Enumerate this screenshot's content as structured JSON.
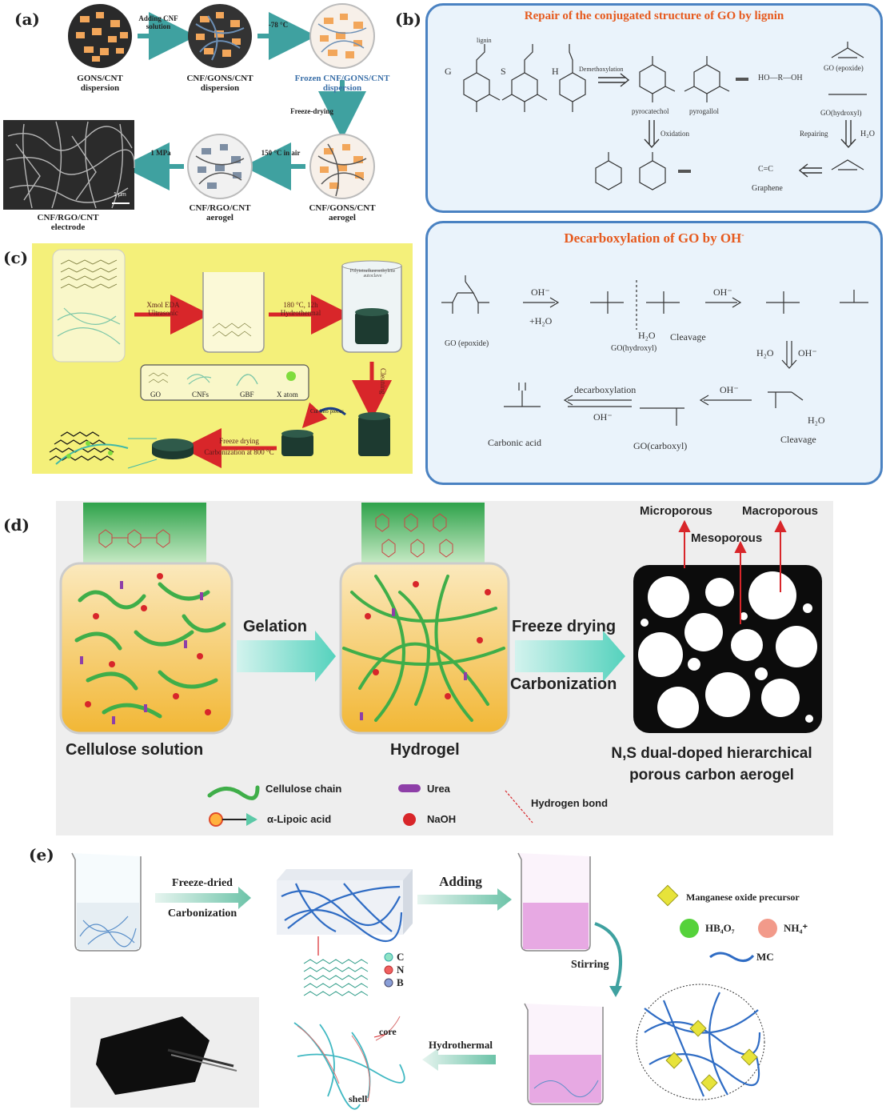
{
  "panels": {
    "a": {
      "label": "(a)",
      "step1": {
        "name": "GONS/CNT\ndispersion"
      },
      "arrow1": "Adding CNF\nsolution",
      "step2": {
        "name": "CNF/GONS/CNT\ndispersion"
      },
      "arrow2": "-78 °C",
      "step3": {
        "name": "Frozen CNF/GONS/CNT\ndispersion"
      },
      "arrow3": "Freeze-drying",
      "step4": {
        "name": "CNF/GONS/CNT\naerogel"
      },
      "arrow4": "150 °C in air",
      "step5": {
        "name": "CNF/RGO/CNT\naerogel"
      },
      "arrow5": "1 MPa",
      "step6": {
        "name": "CNF/RGO/CNT\nelectrode"
      },
      "scale": "1 μm"
    },
    "b": {
      "label": "(b)",
      "title": "Repair of the conjugated structure of GO by lignin",
      "units": [
        "G",
        "S",
        "H"
      ],
      "lignin": "lignin",
      "demethoxylation": "Demethoxylation",
      "pyrocatechol": "pyrocatechol",
      "pyrogallol": "pyrogallol",
      "ho_r_oh": "HO—R—OH",
      "go_epoxide": "GO (epoxide)",
      "go_hydroxyl": "GO(hydroxyl)",
      "oxidation": "Oxidation",
      "repairing": "Repairing",
      "h2o": "H₂O",
      "graphene": "Graphene",
      "cc_label": "C=C"
    },
    "c": {
      "label": "(c)",
      "arrow1": "Xmol EDA\nUltrasonic",
      "arrow2": "180 °C, 12h\nHydrothermal",
      "vessel": "Polytetrafluoroethylene\nautoclave",
      "arrow3": "Cleaning",
      "arrow4": "Cut into pieces",
      "arrow5": "Freeze drying\nCarbonization at 800 °C",
      "legend": [
        "GO",
        "CNFs",
        "GBF",
        "X atom"
      ]
    },
    "b2": {
      "title": "Decarboxylation of GO by OH",
      "title_sup": "-",
      "oh_minus": "OH⁻",
      "plus_h2o": "+H₂O",
      "go_epoxide": "GO (epoxide)",
      "go_hydroxyl": "GO(hydroxyl)",
      "cleavage": "Cleavage",
      "h2o": "H₂O",
      "decarboxylation": "decarboxylation",
      "carbonic_acid": "Carbonic acid",
      "go_carboxyl": "GO(carboxyl)"
    },
    "d": {
      "label": "(d)",
      "step1": "Cellulose solution",
      "arrow1": "Gelation",
      "step2": "Hydrogel",
      "arrow2_top": "Freeze drying",
      "arrow2_bottom": "Carbonization",
      "step3": "N,S dual-doped hierarchical\nporous carbon aerogel",
      "pores": [
        "Microporous",
        "Mesoporous",
        "Macroporous"
      ],
      "legend": {
        "cellulose": "Cellulose chain",
        "urea": "Urea",
        "hbond": "Hydrogen bond",
        "lipoic": "α-Lipoic acid",
        "naoh": "NaOH"
      }
    },
    "e": {
      "label": "(e)",
      "arrow1_top": "Freeze-dried",
      "arrow1_bottom": "Carbonization",
      "arrow2": "Adding",
      "arrow3": "Stirring",
      "arrow4": "Hydrothermal",
      "atoms": [
        "C",
        "N",
        "B"
      ],
      "core": "core",
      "shell": "shell",
      "legend": {
        "precursor": "Manganese oxide precursor",
        "hb4o7": "HB₄O₇",
        "nh4": "NH₄⁺",
        "mc": "MC"
      }
    }
  },
  "colors": {
    "blue_box_border": "#4a82c2",
    "blue_box_fill": "#eaf3fb",
    "orange_title": "#e65a1e",
    "yellow_bg": "#f4f07a",
    "teal_arrow": "#3fa1a0",
    "red_arrow": "#d8262a",
    "cellulose_green": "#3fae49",
    "gel_orange": "#f2b735"
  }
}
